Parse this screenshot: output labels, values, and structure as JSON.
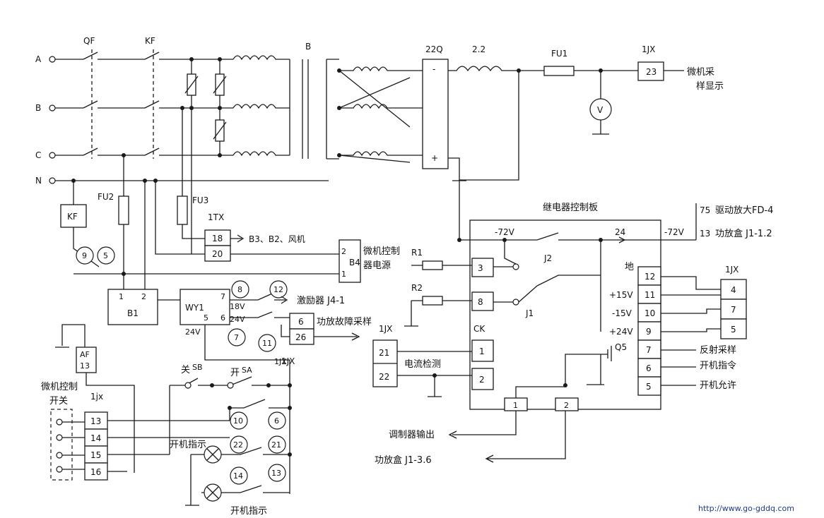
{
  "phases": [
    "A",
    "B",
    "C",
    "N"
  ],
  "labels": {
    "qf": "QF",
    "kf": "KF",
    "b": "B",
    "q22": "22Q",
    "ind": "2.2",
    "fu1": "FU1",
    "jx1_top": "1JX",
    "t23": "23",
    "micro_display": "微机采\n样显示",
    "v": "V",
    "minus": "-",
    "plus": "+",
    "kf_box": "KF",
    "fu2": "FU2",
    "fu3": "FU3",
    "tx1": "1TX",
    "t18": "18",
    "t20": "20",
    "b3b2": "B3、B2、风机",
    "b4": "B4",
    "b4_2": "2",
    "b4_1": "1",
    "micro_power": "微机控制\n器电源",
    "c9": "9",
    "c5": "5",
    "b1": "B1",
    "b1_1": "1",
    "b1_2": "2",
    "wy1": "WY1",
    "wy1_7": "7",
    "wy1_5": "5",
    "wy1_6": "6",
    "v18": "18V",
    "v24a": "24V",
    "v24b": "24V",
    "c8": "8",
    "c12": "12",
    "c7": "7",
    "c11": "11",
    "exciter": "激励器 J4-1",
    "t6": "6",
    "t26": "26",
    "amp_fault": "功放故障采样",
    "jx1_mid": "1JX",
    "af": "AF",
    "af13": "13",
    "micro_switch": "微机控制\n开关",
    "jx1_left": "1jx",
    "t13": "13",
    "t14": "14",
    "t15": "15",
    "t16": "16",
    "guan": "关",
    "sb": "SB",
    "kai": "开",
    "sa": "SA",
    "jx1_sw": "1JX",
    "c10": "10",
    "c6": "6",
    "c22": "22",
    "c21": "21",
    "c14": "14",
    "c13": "13",
    "on_ind1": "开机指示",
    "on_ind2": "开机指示",
    "relay_board": "继电器控制板",
    "r1": "R1",
    "r2": "R2",
    "v72a": "-72V",
    "v24c": "24",
    "v72b": "-72V",
    "j2": "J2",
    "j1": "J1",
    "rt3": "3",
    "rt8": "8",
    "ck": "CK",
    "ck1": "1",
    "ck2": "2",
    "jx1_cur": "1JX",
    "t21": "21",
    "t22": "22",
    "cur_detect": "电流检测",
    "q5": "Q5",
    "ground": "地",
    "p15": "+15V",
    "m15": "-15V",
    "p24": "+24V",
    "r12": "12",
    "r11": "11",
    "r10": "10",
    "r9": "9",
    "r7": "7",
    "r6": "6",
    "r5": "5",
    "b1_bot": "1",
    "b2_bot": "2",
    "drv75": "75",
    "drv_amp": "驱动放大FD-4",
    "drv13": "13",
    "amp_box": "功放盒 J1-1.2",
    "jx1_right": "1JX",
    "j4": "4",
    "j7": "7",
    "j5": "5",
    "reflect": "反射采样",
    "on_cmd": "开机指令",
    "on_allow": "开机允许",
    "mod_out": "调制器输出",
    "amp_box36": "功放盒 J1-3.6",
    "url": "http://www.go-gddq.com"
  }
}
